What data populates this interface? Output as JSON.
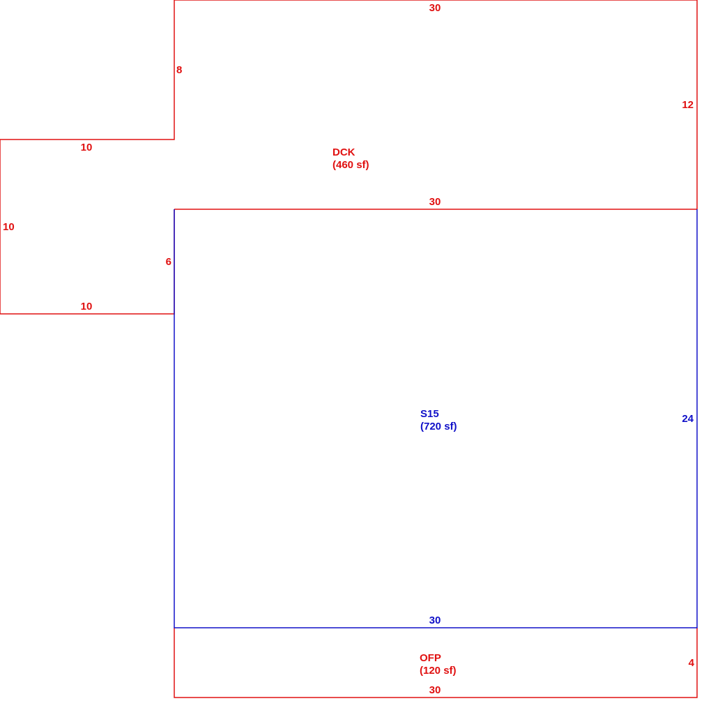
{
  "colors": {
    "red": "#e01010",
    "blue": "#1010c8"
  },
  "areas": {
    "dck": {
      "code": "DCK",
      "area": "(460 sf)"
    },
    "s15": {
      "code": "S15",
      "area": "(720 sf)"
    },
    "ofp": {
      "code": "OFP",
      "area": "(120 sf)"
    }
  },
  "dims": {
    "dck_top": "30",
    "dck_right": "12",
    "dck_left_upper": "8",
    "dck_step_top": "10",
    "dck_far_left": "10",
    "dck_step_bottom": "10",
    "dck_left_lower": "6",
    "dck_bottom": "30",
    "s15_right": "24",
    "s15_bottom": "30",
    "ofp_right": "4",
    "ofp_bottom": "30"
  }
}
